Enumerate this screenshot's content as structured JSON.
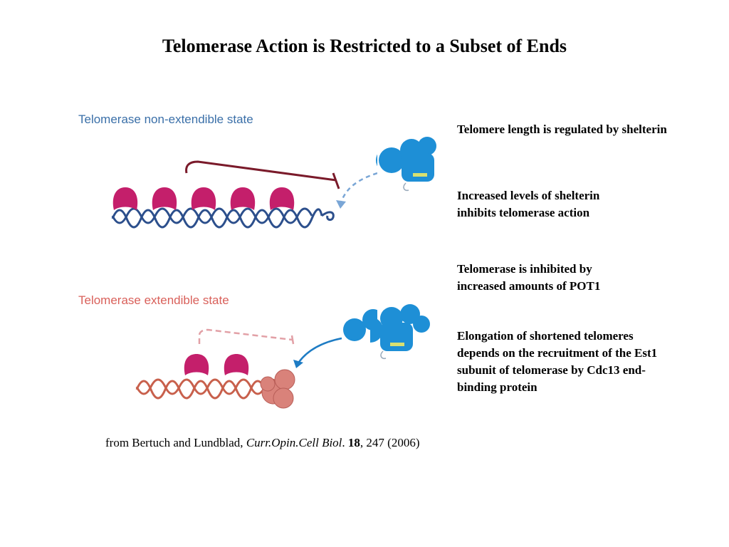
{
  "title": "Telomerase Action is Restricted to a Subset of Ends",
  "figure": {
    "top_panel_label": "Telomerase non-extendible state",
    "bottom_panel_label": "Telomerase extendible state",
    "colors": {
      "non_extendible_label": "#3a6fa8",
      "extendible_label": "#d9605a",
      "dna_blue": "#2c4f8c",
      "dna_red": "#c8604c",
      "shelterin_protein": "#c41f6b",
      "telomerase": "#1e8fd6",
      "end_binding_protein": "#d9827a",
      "inhibition_line": "#7a1a2a"
    }
  },
  "bullets": [
    "Telomere length is regulated by shelterin",
    "Increased levels of shelterin inhibits telomerase action",
    "Telomerase is inhibited by increased amounts of POT1",
    "Elongation of shortened telomeres depends on the recruitment of the Est1 subunit of telomerase by Cdc13 end-binding protein"
  ],
  "citation": {
    "prefix": "from Bertuch and Lundblad, ",
    "journal": "Curr.Opin.Cell Biol",
    "sep1": ". ",
    "volume": "18",
    "rest": ", 247 (2006)"
  }
}
